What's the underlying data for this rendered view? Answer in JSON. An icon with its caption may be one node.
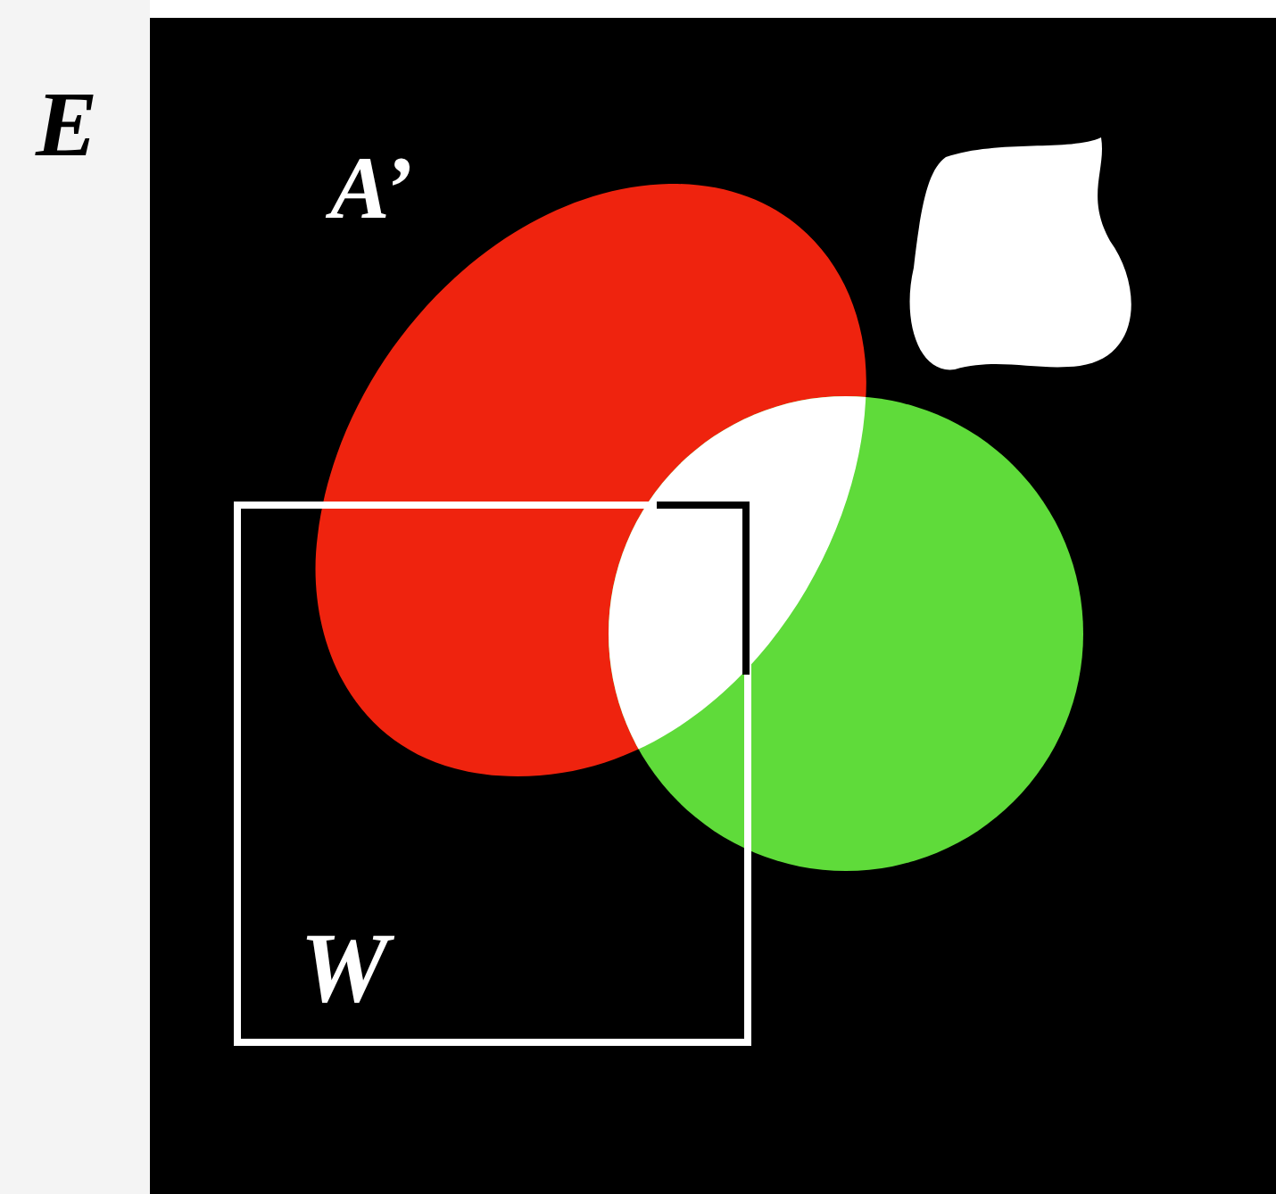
{
  "diagram": {
    "nodes": [
      {
        "text": [
          "A’"
        ]
      },
      {
        "text": [],
        "shape": "blob"
      },
      {
        "text": [],
        "shape": "circle"
      },
      {
        "text": [
          "W"
        ]
      }
    ],
    "labels": [
      "E"
    ]
  }
}
